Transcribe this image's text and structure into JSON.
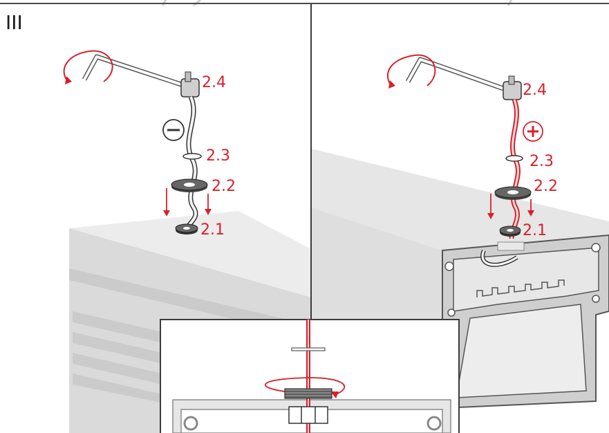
{
  "step_label": "III",
  "colors": {
    "accent": "#d9202b",
    "line": "#3a3a3a",
    "profile": "#e2e2e2"
  },
  "left_panel": {
    "polarity_symbol": "minus-symbol",
    "labels": {
      "p24": "2.4",
      "p23": "2.3",
      "p22": "2.2",
      "p21": "2.1"
    }
  },
  "right_panel": {
    "polarity_symbol": "plus-symbol",
    "labels": {
      "p24": "2.4",
      "p23": "2.3",
      "p22": "2.2",
      "p21": "2.1"
    }
  },
  "detail_inset": {
    "icons": [
      "rotation-arrow-icon",
      "nut-icon",
      "washer-icon"
    ]
  }
}
